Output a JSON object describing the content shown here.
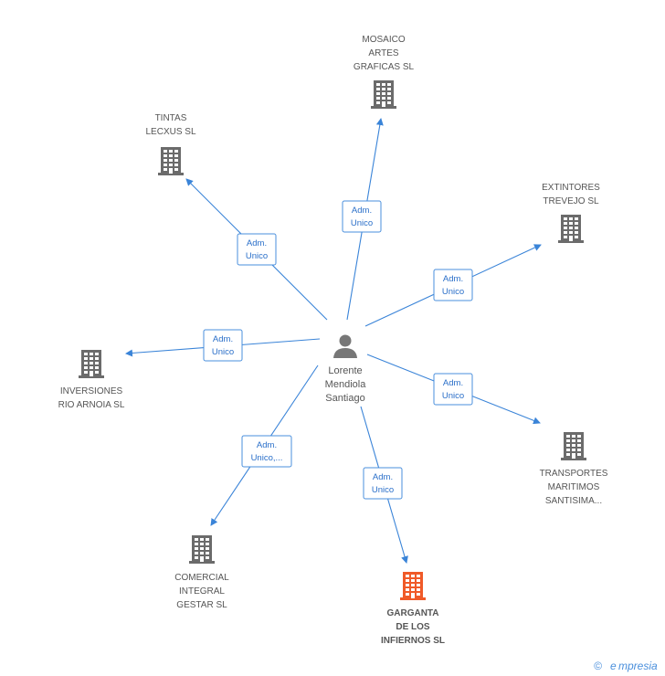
{
  "colors": {
    "edge": "#3a84d8",
    "building": "#6b6b6b",
    "building_main": "#f05a28",
    "person": "#777777",
    "brand_e": "#f0a020",
    "brand_text": "#4a8fdc"
  },
  "person": {
    "icon": "person-icon",
    "name_lines": [
      "Lorente",
      "Mendiola",
      "Santiago"
    ]
  },
  "companies": [
    {
      "id": "mosaico",
      "icon": "building-icon",
      "name_lines": [
        "MOSAICO",
        "ARTES",
        "GRAFICAS SL"
      ],
      "highlight": false
    },
    {
      "id": "tintas",
      "icon": "building-icon",
      "name_lines": [
        "TINTAS",
        "LECXUS SL"
      ],
      "highlight": false
    },
    {
      "id": "extintores",
      "icon": "building-icon",
      "name_lines": [
        "EXTINTORES",
        "TREVEJO SL"
      ],
      "highlight": false
    },
    {
      "id": "inversiones",
      "icon": "building-icon",
      "name_lines": [
        "INVERSIONES",
        "RIO ARNOIA SL"
      ],
      "highlight": false
    },
    {
      "id": "transportes",
      "icon": "building-icon",
      "name_lines": [
        "TRANSPORTES",
        "MARITIMOS",
        "SANTISIMA..."
      ],
      "highlight": false
    },
    {
      "id": "comercial",
      "icon": "building-icon",
      "name_lines": [
        "COMERCIAL",
        "INTEGRAL",
        "GESTAR SL"
      ],
      "highlight": false
    },
    {
      "id": "garganta",
      "icon": "building-icon",
      "name_lines": [
        "GARGANTA",
        "DE LOS",
        "INFIERNOS SL"
      ],
      "highlight": true
    }
  ],
  "relations": [
    {
      "to": "mosaico",
      "label_lines": [
        "Adm.",
        "Unico"
      ]
    },
    {
      "to": "tintas",
      "label_lines": [
        "Adm.",
        "Unico"
      ]
    },
    {
      "to": "extintores",
      "label_lines": [
        "Adm.",
        "Unico"
      ]
    },
    {
      "to": "inversiones",
      "label_lines": [
        "Adm.",
        "Unico"
      ]
    },
    {
      "to": "transportes",
      "label_lines": [
        "Adm.",
        "Unico"
      ]
    },
    {
      "to": "comercial",
      "label_lines": [
        "Adm.",
        "Unico,..."
      ]
    },
    {
      "to": "garganta",
      "label_lines": [
        "Adm.",
        "Unico"
      ]
    }
  ],
  "footer": {
    "copyright_symbol": "©",
    "brand_initial": "e",
    "brand_rest": "mpresia"
  }
}
